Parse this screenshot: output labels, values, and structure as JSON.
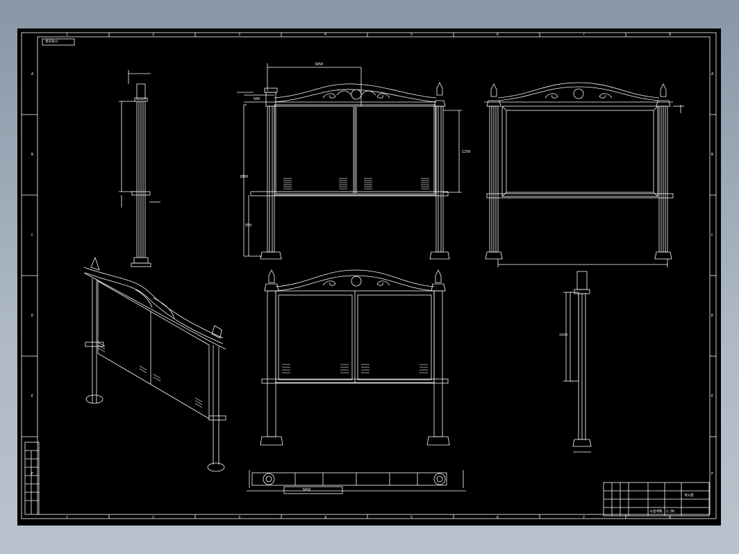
{
  "drawing": {
    "sheet_label": "정보표시",
    "colors": {
      "line": "#ffffff",
      "background": "#000000",
      "desktop": "#9aa6b4"
    },
    "zone_numbers_horizontal": [
      "1",
      "2",
      "3",
      "4",
      "5",
      "6",
      "7",
      "8"
    ],
    "zone_letters_vertical": [
      "A",
      "B",
      "C",
      "D",
      "E",
      "F"
    ],
    "dimensions": {
      "top_width": "3450",
      "top_height": "500",
      "board_height": "1250",
      "post_height": "2850",
      "ground_height": "950",
      "side_height": "1550",
      "base_length": "3450"
    },
    "title_block": {
      "drawing_name": "게시판",
      "scale": "1:30",
      "project": "시설계획"
    },
    "revision_table_rows": 6
  }
}
